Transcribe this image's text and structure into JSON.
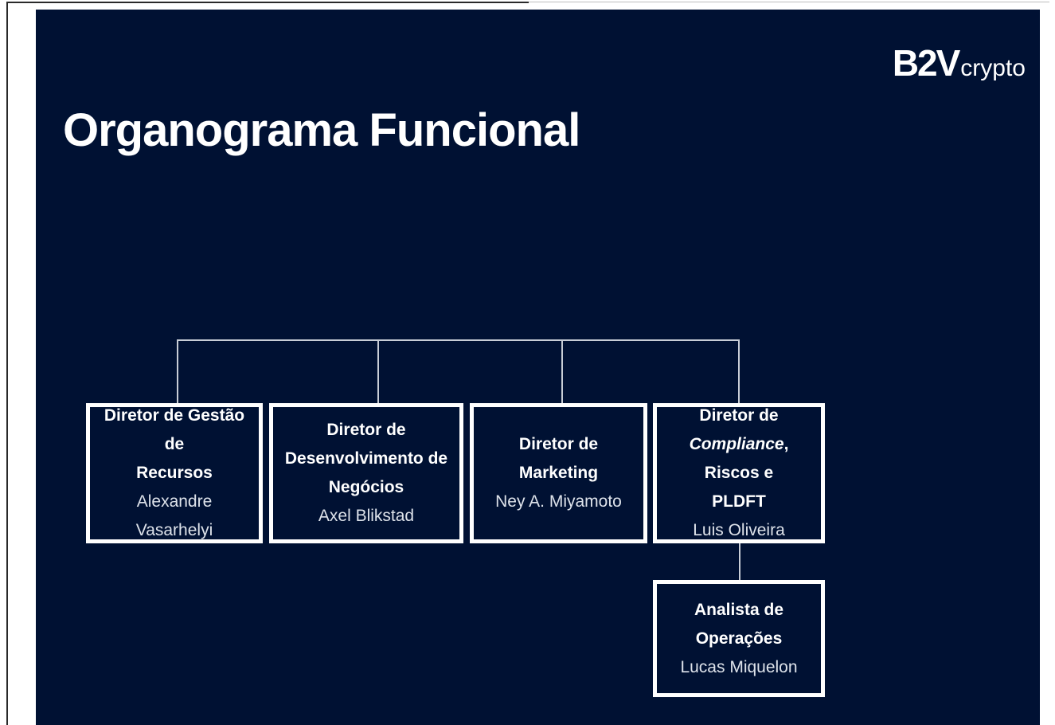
{
  "slide": {
    "title": "Organograma Funcional",
    "logo": {
      "main": "B2V",
      "sub": "crypto"
    }
  },
  "org_chart": {
    "directors": [
      {
        "role_lines": [
          "Diretor de Gestão de",
          "Recursos"
        ],
        "name": "Alexandre Vasarhelyi"
      },
      {
        "role_lines": [
          "Diretor de",
          "Desenvolvimento de",
          "Negócios"
        ],
        "name": "Axel Blikstad"
      },
      {
        "role_lines": [
          "Diretor de Marketing"
        ],
        "name": "Ney A. Miyamoto"
      },
      {
        "role_lines": [
          "Diretor de",
          "Compliance, Riscos e",
          "PLDFT"
        ],
        "role_italic_word": "Compliance",
        "name": "Luis Oliveira"
      }
    ],
    "subordinate": {
      "role": "Analista de Operações",
      "name": "Lucas Miquelon"
    }
  },
  "colors": {
    "background": "#001133",
    "box_border": "#ffffff",
    "connector": "#c8cdd6",
    "text": "#ffffff"
  }
}
